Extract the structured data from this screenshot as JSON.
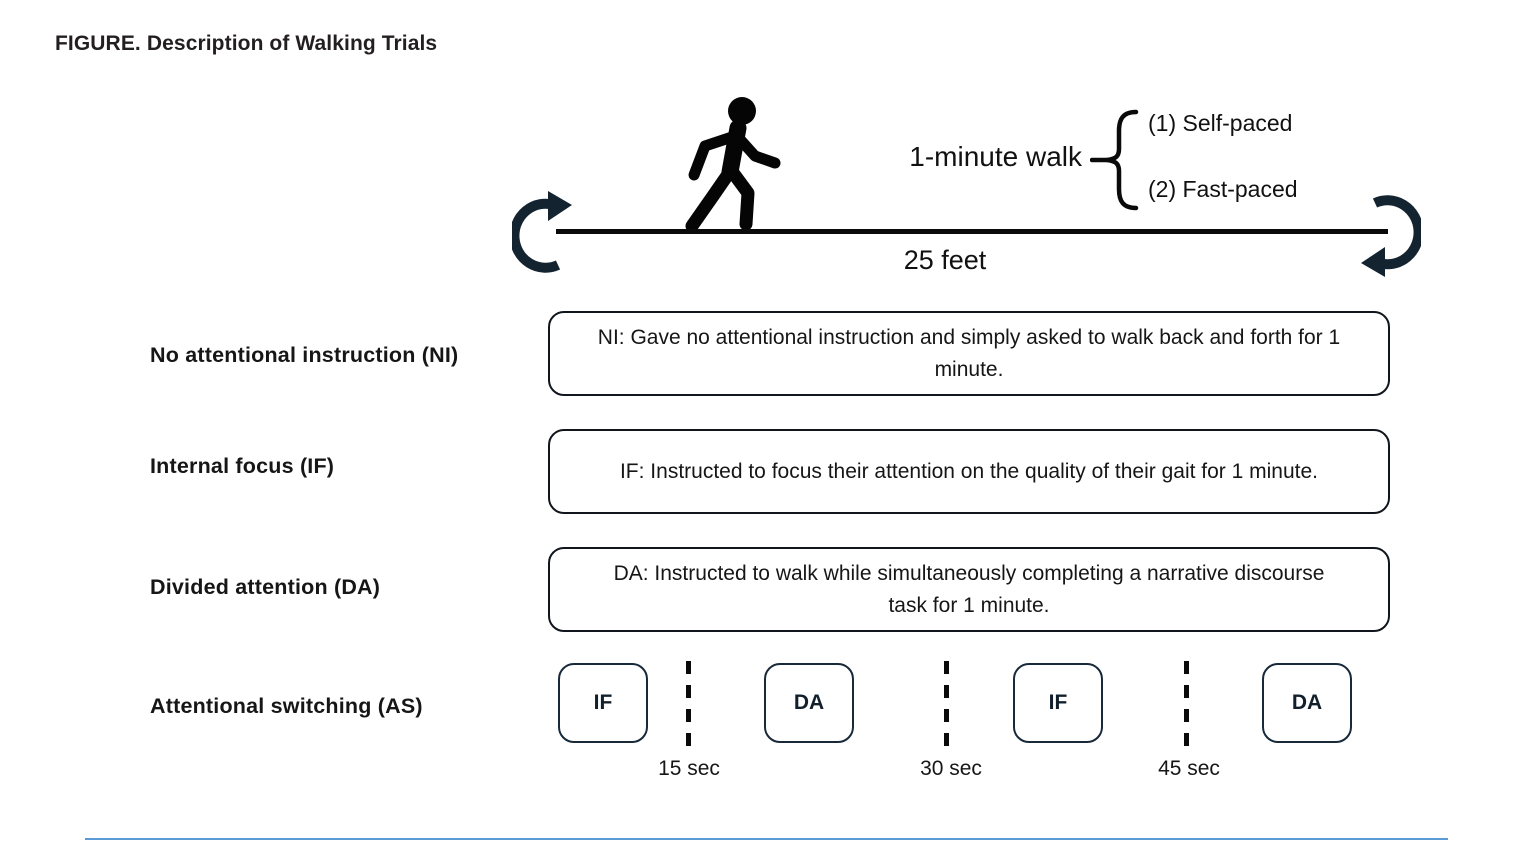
{
  "figure": {
    "title_prefix": "FIGURE.",
    "title": "Description of Walking Trials"
  },
  "walk_diagram": {
    "walk_label": "1-minute walk",
    "pace_options": [
      "(1) Self-paced",
      "(2) Fast-paced"
    ],
    "distance_label": "25 feet"
  },
  "trials": [
    {
      "label": "No attentional instruction (NI)",
      "description": "NI: Gave no attentional instruction and simply asked to walk back and forth for 1 minute."
    },
    {
      "label": "Internal focus (IF)",
      "description": "IF: Instructed to focus their attention on the quality of their gait for 1 minute."
    },
    {
      "label": "Divided attention (DA)",
      "description": "DA: Instructed to walk while simultaneously completing a narrative discourse task for 1 minute."
    }
  ],
  "switching": {
    "label": "Attentional switching (AS)",
    "segments": [
      "IF",
      "DA",
      "IF",
      "DA"
    ],
    "time_markers": [
      "15 sec",
      "30 sec",
      "45 sec"
    ]
  },
  "colors": {
    "text": "#161616",
    "box_border": "#10161c",
    "segment_border": "#18293a",
    "arrow": "#132330",
    "bottom_rule": "#5b9bd5"
  }
}
